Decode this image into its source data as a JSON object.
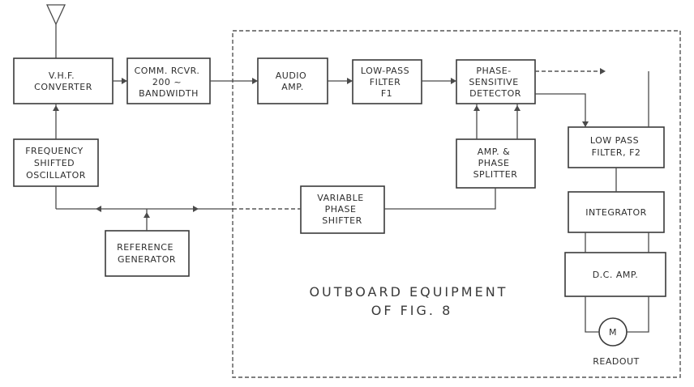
{
  "blocks": {
    "vhf_converter": [
      "V.H.F.",
      "CONVERTER"
    ],
    "comm_rcvr": [
      "COMM. RCVR.",
      "200 ~",
      "BANDWIDTH"
    ],
    "audio_amp": [
      "AUDIO",
      "AMP."
    ],
    "low_pass_f1": [
      "LOW-PASS",
      "FILTER",
      "F1"
    ],
    "phase_detector": [
      "PHASE-",
      "SENSITIVE",
      "DETECTOR"
    ],
    "freq_osc": [
      "FREQUENCY",
      "SHIFTED",
      "OSCILLATOR"
    ],
    "amp_splitter": [
      "AMP. &",
      "PHASE",
      "SPLITTER"
    ],
    "low_pass_f2": [
      "LOW PASS",
      "FILTER, F2"
    ],
    "variable_shifter": [
      "VARIABLE",
      "PHASE",
      "SHIFTER"
    ],
    "integrator": [
      "INTEGRATOR"
    ],
    "reference_gen": [
      "REFERENCE",
      "GENERATOR"
    ],
    "dc_amp": [
      "D.C. AMP."
    ]
  },
  "outboard_label": [
    "OUTBOARD EQUIPMENT",
    "OF FIG. 8"
  ],
  "meter_symbol": "M",
  "readout_label": "READOUT"
}
